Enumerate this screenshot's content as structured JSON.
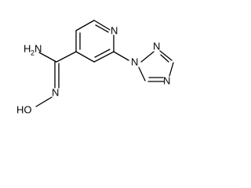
{
  "molecule": {
    "atom_labels": {
      "amine_nh2": {
        "main": "H",
        "sub": "2",
        "tail": "N"
      },
      "imine_n": "N",
      "hydroxyl_ho": "HO",
      "pyridine_n": "N",
      "triazole_n1": "N",
      "triazole_n2": "N",
      "triazole_n4": "N"
    }
  }
}
